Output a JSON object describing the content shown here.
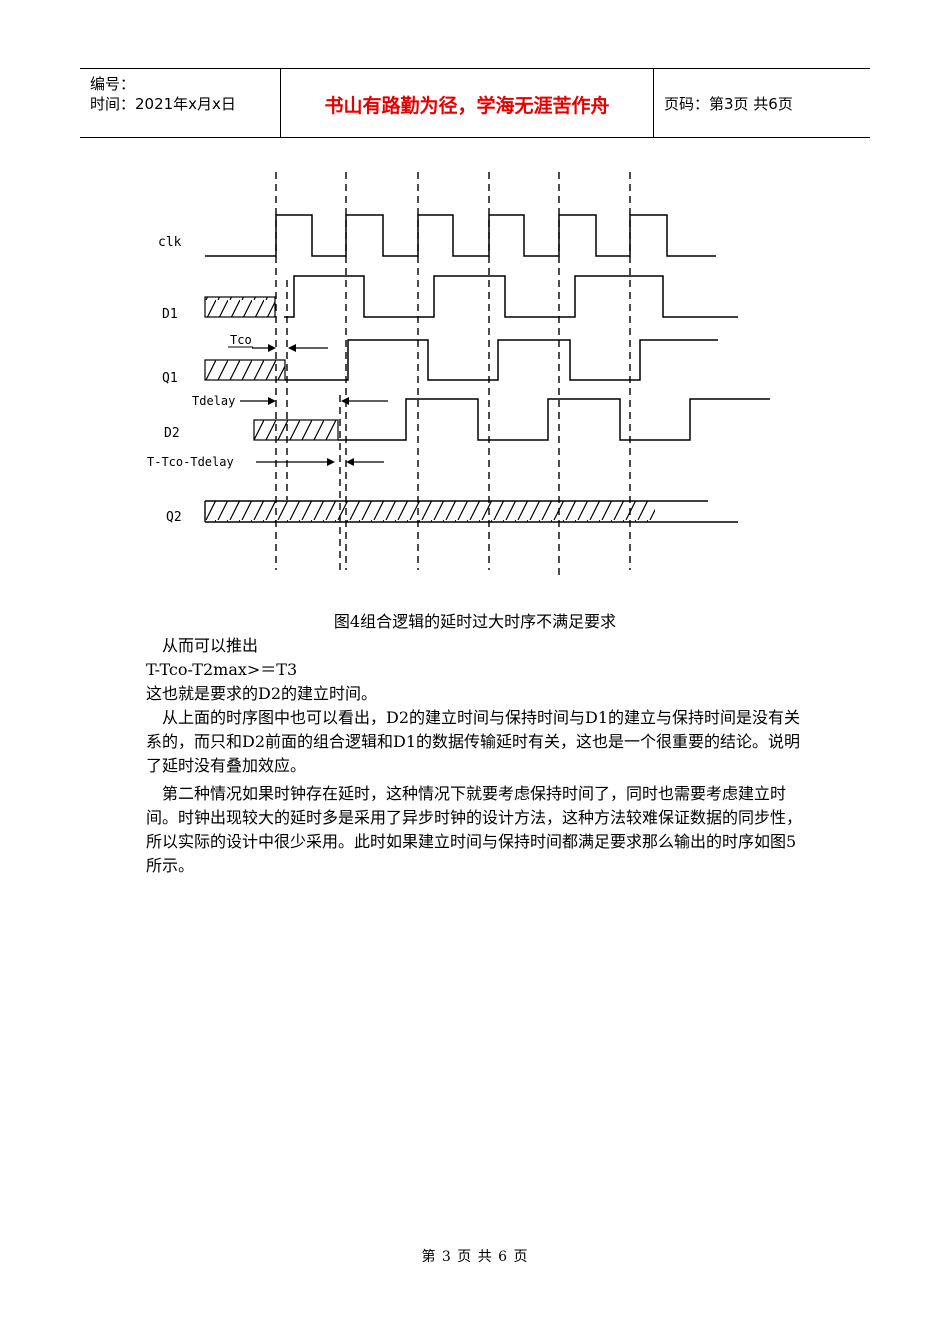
{
  "header": {
    "number_label": "编号：",
    "date_label": "时间：2021年x月x日",
    "motto": "书山有路勤为径，学海无涯苦作舟",
    "page_info": "页码：第3页  共6页",
    "motto_color": "#e60000"
  },
  "figure": {
    "signals": [
      "clk",
      "D1",
      "Q1",
      "D2",
      "Q2"
    ],
    "annotations": {
      "tco": "Tco",
      "tdelay": "Tdelay",
      "slack": "T-Tco-Tdelay"
    },
    "caption": "图4组合逻辑的延时过大时序不满足要求"
  },
  "body": {
    "p1": "从而可以推出",
    "p2": "T-Tco-T2max>＝T3",
    "p3": "这也就是要求的D2的建立时间。",
    "p4": "从上面的时序图中也可以看出，D2的建立时间与保持时间与D1的建立与保持时间是没有关系的，而只和D2前面的组合逻辑和D1的数据传输延时有关，这也是一个很重要的结论。说明了延时没有叠加效应。",
    "p5": "第二种情况如果时钟存在延时，这种情况下就要考虑保持时间了，同时也需要考虑建立时间。时钟出现较大的延时多是采用了异步时钟的设计方法，这种方法较难保证数据的同步性，所以实际的设计中很少采用。此时如果建立时间与保持时间都满足要求那么输出的时序如图5所示。"
  },
  "footer": {
    "page": "第 3 页 共 6 页"
  }
}
